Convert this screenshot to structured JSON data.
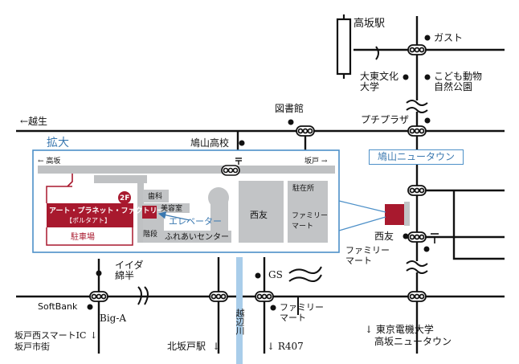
{
  "colors": {
    "road": "#111111",
    "inset_frame": "#4d90c8",
    "label_blue": "#3a78b0",
    "river": "#a9cdea",
    "building_gray": "#c2c4c6",
    "street_gray": "#bfc1c3",
    "highlight": "#a8192e"
  },
  "stations": {
    "takasaka": "高坂駅",
    "kita_sakado": "北坂戸駅"
  },
  "places": {
    "gusto": "ガスト",
    "daito_univ": "大東文化\n大学",
    "zoo": "こども動物\n自然公園",
    "library": "図書館",
    "petit_plaza": "プチプラザ",
    "high_school": "鳩山高校",
    "hatoyama_newtown": "鳩山ニュータウン",
    "seiyu": "西友",
    "family_mart_main": "ファミリー\nマート",
    "gs": "GS",
    "family_mart_south": "ファミリー\nマート",
    "softbank": "SoftBank",
    "iida": "イイダ\n綿半",
    "big_a": "Big-A",
    "sakado_ic": "坂戸西スマートIC\n坂戸市街",
    "river": "越辺川",
    "r407": "↓ R407",
    "denki_univ": "↓ 東京電機大学\n　高坂ニュータウン",
    "kita_sakado_arrow": "↓",
    "sakado_ic_arrow": "↓",
    "to_ogose": "←越生"
  },
  "inset": {
    "title": "拡大",
    "to_takasaka": "← 高坂",
    "to_sakado": "坂戸 →",
    "floor_badge": "2F",
    "art_factory": "アート・プラネット・ファクトリー",
    "art_factory_sub": "【ポルタアト】",
    "parking": "駐車場",
    "dental": "歯科",
    "salon": "美容室",
    "elevator": "エレベーター",
    "stairs": "階段",
    "fureai": "ふれあいセンター",
    "seiyu": "西友",
    "parking_lot": "駐在所",
    "family_mart": "ファミリー\nマート"
  }
}
